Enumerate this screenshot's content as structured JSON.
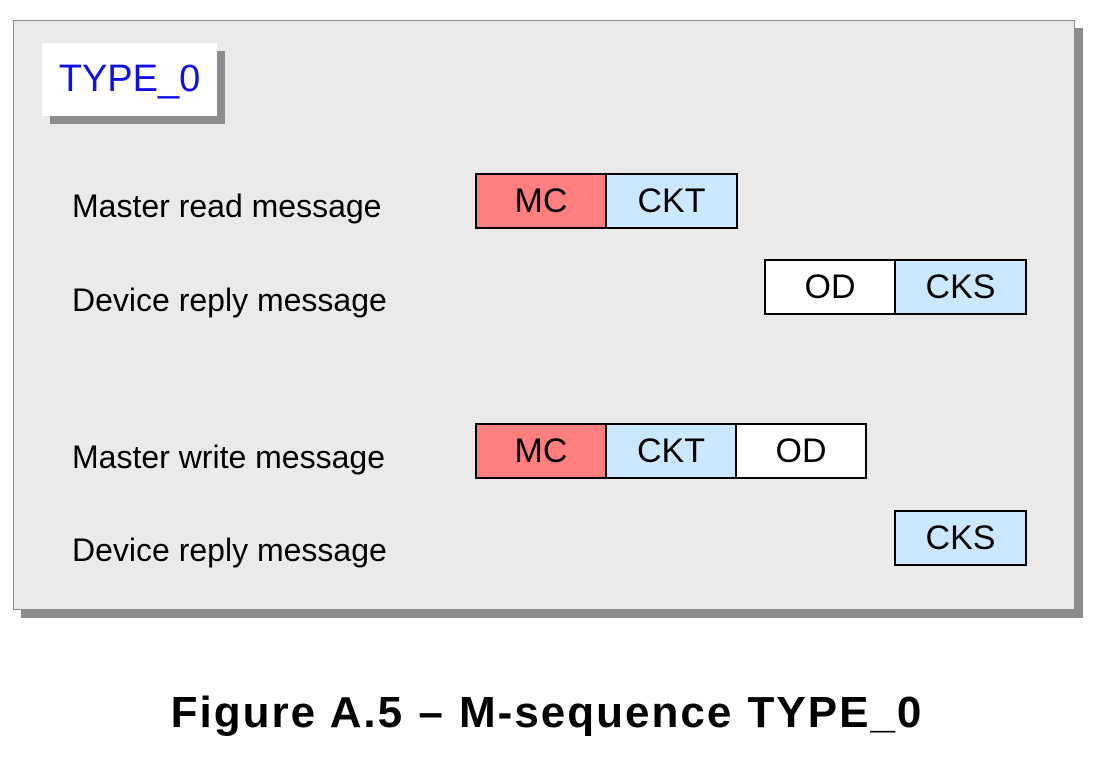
{
  "diagram": {
    "type_label": "TYPE_0",
    "rows": [
      {
        "label": "Master read message",
        "cells": [
          "MC",
          "CKT"
        ]
      },
      {
        "label": "Device reply message",
        "cells": [
          "OD",
          "CKS"
        ]
      },
      {
        "label": "Master write message",
        "cells": [
          "MC",
          "CKT",
          "OD"
        ]
      },
      {
        "label": "Device reply message",
        "cells": [
          "CKS"
        ]
      }
    ],
    "colors": {
      "MC": "#ff7f7f",
      "CKT": "#cce8ff",
      "CKS": "#cce8ff",
      "OD": "#ffffff",
      "type_label": "#1010e6",
      "panel": "#eaeaea",
      "shadow": "#8c8c8c"
    }
  },
  "caption": "Figure A.5 – M-sequence TYPE_0"
}
